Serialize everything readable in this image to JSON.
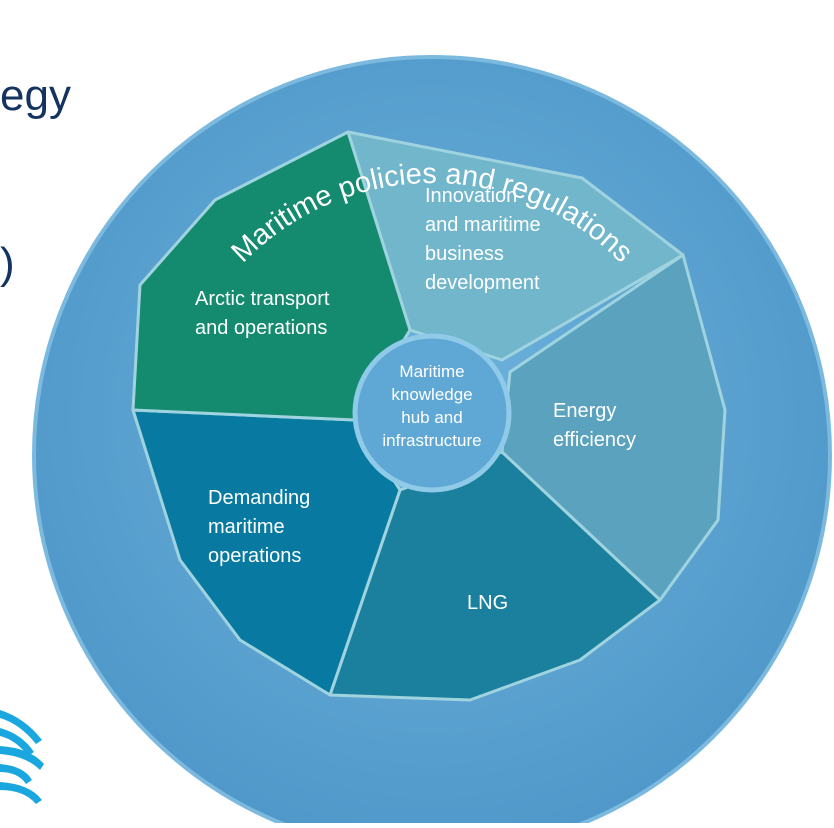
{
  "slide_text": {
    "fragment_1": "egy",
    "fragment_2": ")"
  },
  "diagram": {
    "outer_ring_label": "Maritime policies and regulations",
    "hub_lines": [
      "Maritime",
      "knowledge",
      "hub and",
      "infrastructure"
    ],
    "segments": [
      {
        "id": "innovation",
        "lines": [
          "Innovation",
          "and maritime",
          "business",
          "development"
        ],
        "color": "#72b6cc"
      },
      {
        "id": "energy",
        "lines": [
          "Energy",
          "efficiency"
        ],
        "color": "#5aa2bd"
      },
      {
        "id": "lng",
        "lines": [
          "LNG"
        ],
        "color": "#1b809e"
      },
      {
        "id": "demanding",
        "lines": [
          "Demanding",
          "maritime",
          "operations"
        ],
        "color": "#087aa1"
      },
      {
        "id": "arctic",
        "lines": [
          "Arctic transport",
          "and operations"
        ],
        "color": "#148a6e"
      }
    ],
    "colors": {
      "outer_ring": "#61a8d4",
      "outer_ring_edge": "#4a92c3",
      "hub": "#5fa8d6",
      "separator": "#9fd3df"
    }
  },
  "logo": {
    "name": "wave-logo-icon"
  }
}
